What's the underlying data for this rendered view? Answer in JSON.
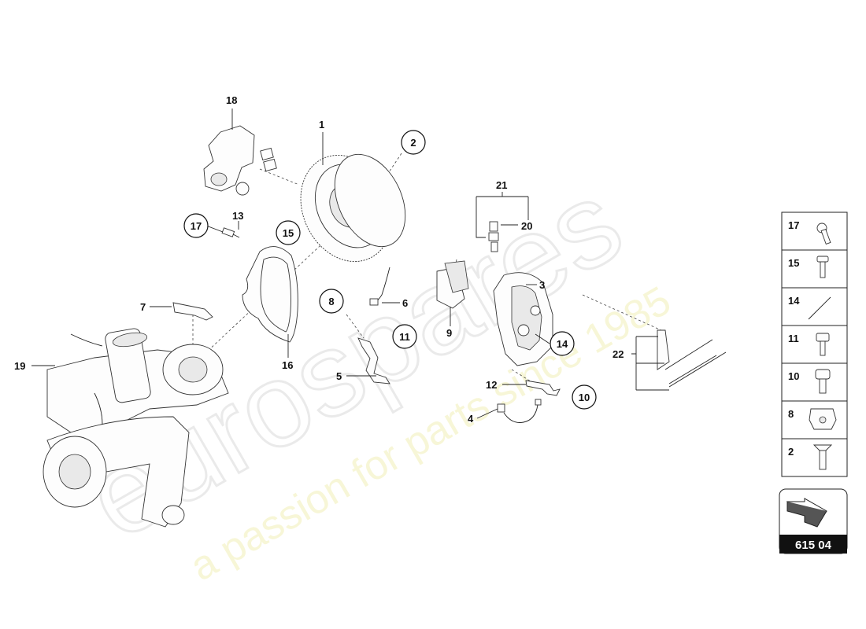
{
  "watermark": {
    "brand": "eurospares",
    "tagline": "a passion for parts since 1985"
  },
  "diagram": {
    "code": "615 04",
    "callouts": {
      "c1": "1",
      "c2": "2",
      "c3": "3",
      "c4": "4",
      "c5": "5",
      "c6": "6",
      "c7": "7",
      "c8": "8",
      "c9": "9",
      "c10": "10",
      "c11": "11",
      "c12": "12",
      "c13": "13",
      "c14": "14",
      "c15": "15",
      "c16": "16",
      "c17": "17",
      "c18": "18",
      "c19": "19",
      "c20": "20",
      "c21": "21",
      "c22": "22"
    },
    "legend": [
      "17",
      "15",
      "14",
      "11",
      "10",
      "8",
      "2"
    ]
  }
}
